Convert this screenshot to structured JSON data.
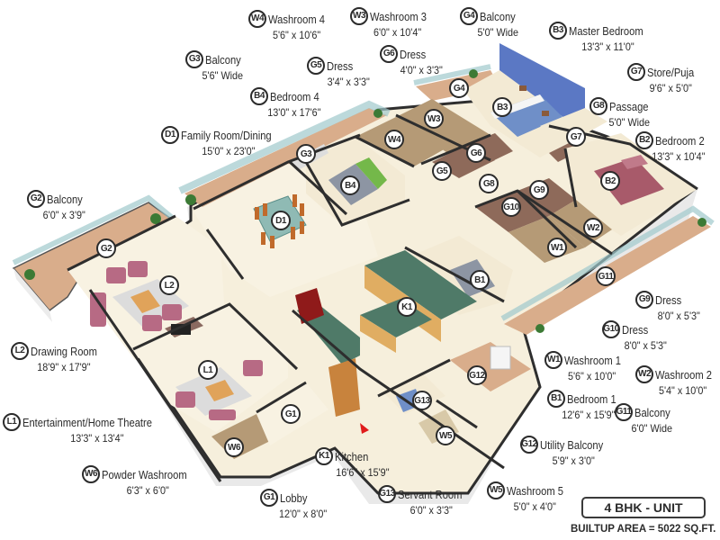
{
  "plan": {
    "unit_title": "4 BHK - UNIT",
    "builtup_area": "BUILTUP AREA = 5022 SQ.FT.",
    "colors": {
      "floor": "#f6efdc",
      "wall": "#2e2e2e",
      "wall_face": "#ffffff",
      "accent_wall_blue": "#5b78c4",
      "balcony_floor": "#d9ad8b",
      "kitchen_counter": "#4f7a68",
      "cabinet_wood": "#e0ad62",
      "sofa": "#b76a84",
      "fridge": "#8f1a1a",
      "entry_arrow": "#e01b1b",
      "glass_rail": "#cfe6e8"
    }
  },
  "rooms": {
    "W4": {
      "code": "W4",
      "name": "Washroom 4",
      "dim": "5'6\" x 10'6\""
    },
    "W3": {
      "code": "W3",
      "name": "Washroom 3",
      "dim": "6'0\" x 10'4\""
    },
    "G4": {
      "code": "G4",
      "name": "Balcony",
      "dim": "5'0\" Wide"
    },
    "B3": {
      "code": "B3",
      "name": "Master Bedroom",
      "dim": "13'3\" x 11'0\""
    },
    "G3": {
      "code": "G3",
      "name": "Balcony",
      "dim": "5'6\" Wide"
    },
    "G5": {
      "code": "G5",
      "name": "Dress",
      "dim": "3'4\" x 3'3\""
    },
    "G6": {
      "code": "G6",
      "name": "Dress",
      "dim": "4'0\" x 3'3\""
    },
    "G7": {
      "code": "G7",
      "name": "Store/Puja",
      "dim": "9'6\" x 5'0\""
    },
    "B4": {
      "code": "B4",
      "name": "Bedroom 4",
      "dim": "13'0\" x 17'6\""
    },
    "G8": {
      "code": "G8",
      "name": "Passage",
      "dim": "5'0\" Wide"
    },
    "D1": {
      "code": "D1",
      "name": "Family Room/Dining",
      "dim": "15'0\" x 23'0\""
    },
    "B2": {
      "code": "B2",
      "name": "Bedroom 2",
      "dim": "13'3\" x 10'4\""
    },
    "G2": {
      "code": "G2",
      "name": "Balcony",
      "dim": "6'0\" x 3'9\""
    },
    "G9": {
      "code": "G9",
      "name": "Dress",
      "dim": "8'0\" x 5'3\""
    },
    "L2": {
      "code": "L2",
      "name": "Drawing Room",
      "dim": "18'9\" x 17'9\""
    },
    "G10": {
      "code": "G10",
      "name": "Dress",
      "dim": "8'0\" x 5'3\""
    },
    "W1": {
      "code": "W1",
      "name": "Washroom 1",
      "dim": "5'6\" x 10'0\""
    },
    "W2": {
      "code": "W2",
      "name": "Washroom 2",
      "dim": "5'4\" x 10'0\""
    },
    "B1": {
      "code": "B1",
      "name": "Bedroom 1",
      "dim": "12'6\" x 15'9\""
    },
    "G11": {
      "code": "G11",
      "name": "Balcony",
      "dim": "6'0\" Wide"
    },
    "L1": {
      "code": "L1",
      "name": "Entertainment/Home Theatre",
      "dim": "13'3\" x 13'4\""
    },
    "G12": {
      "code": "G12",
      "name": "Utility Balcony",
      "dim": "5'9\" x 3'0\""
    },
    "W6": {
      "code": "W6",
      "name": "Powder Washroom",
      "dim": "6'3\" x 6'0\""
    },
    "K1": {
      "code": "K1",
      "name": "Kitchen",
      "dim": "16'6\" x 15'9\""
    },
    "W5": {
      "code": "W5",
      "name": "Washroom 5",
      "dim": "5'0\" x 4'0\""
    },
    "G1": {
      "code": "G1",
      "name": "Lobby",
      "dim": "12'0\" x 8'0\""
    },
    "G13": {
      "code": "G13",
      "name": "Servant Room",
      "dim": "6'0\" x 3'3\""
    }
  }
}
